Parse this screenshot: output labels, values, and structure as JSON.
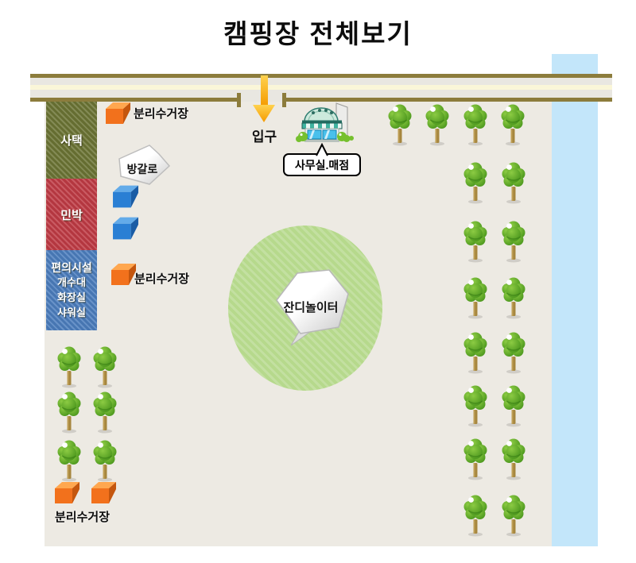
{
  "page": {
    "title": "캠핑장 전체보기"
  },
  "zones": {
    "staff_housing": {
      "label": "사택",
      "color": "#6b7434"
    },
    "guest_house": {
      "label": "민박",
      "color": "#bf3a44"
    },
    "facilities": {
      "label": "편의시설",
      "items": [
        "개수대",
        "화장실",
        "샤워실"
      ],
      "color": "#4b7dbd"
    }
  },
  "markers": {
    "recycle_top": {
      "label": "분리수거장"
    },
    "recycle_mid": {
      "label": "분리수거장"
    },
    "recycle_bottom": {
      "label": "분리수거장"
    },
    "bungalow": {
      "label": "방갈로"
    },
    "entrance": {
      "label": "입구"
    },
    "office_store": {
      "label": "사무실.매점"
    },
    "lawn_playground": {
      "label": "잔디놀이터"
    }
  },
  "colors": {
    "road_border": "#8c7c3c",
    "road_surface": "#e9e7e1",
    "road_centerline": "#faf6d8",
    "map_background": "#edeae3",
    "river": "#c3e6fa",
    "lawn_circle": "#b6d98c",
    "tree_green": "#55a325",
    "trunk_brown": "#a6863e",
    "cube_orange": "#f2711c",
    "cube_blue": "#2a7fd4",
    "entrance_arrow": "#f8a300"
  }
}
